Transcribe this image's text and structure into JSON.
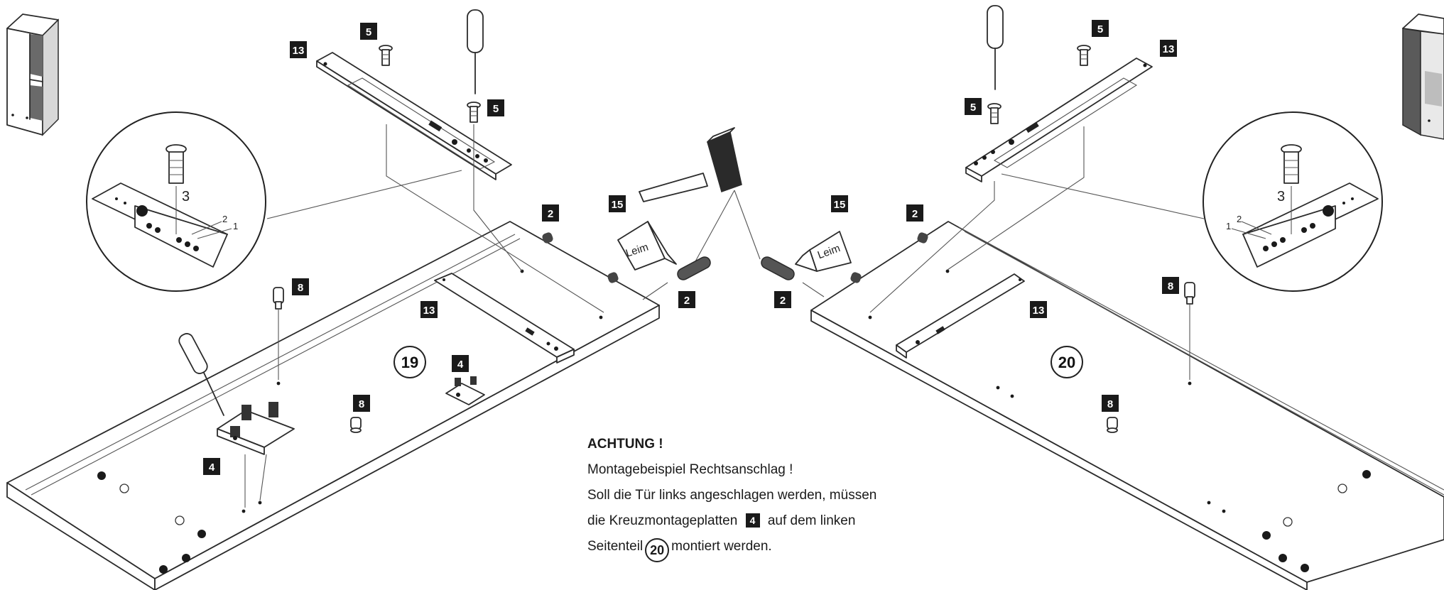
{
  "badges": {
    "b13_left_top": "13",
    "b5_left_top": "5",
    "b5_left_mid": "5",
    "b2_left_top": "2",
    "b15_left": "15",
    "b2_left_dowel": "2",
    "b8_left_top": "8",
    "b13_left_panel": "13",
    "b4_left_center": "4",
    "b8_left_center": "8",
    "b4_left_bottom": "4",
    "b5_right_top": "5",
    "b13_right_top": "13",
    "b5_right_mid": "5",
    "b15_right": "15",
    "b2_right_top": "2",
    "b2_right_dowel": "2",
    "b13_right_panel": "13",
    "b8_right_top": "8",
    "b8_right_center": "8"
  },
  "panel_numbers": {
    "left": "19",
    "right": "20"
  },
  "glue_label": "Leim",
  "detail_left": {
    "screw": "3",
    "hole_a": "2",
    "hole_b": "1"
  },
  "detail_right": {
    "screw": "3",
    "hole_a": "2",
    "hole_b": "1"
  },
  "notice": {
    "title": "ACHTUNG !",
    "line1": "Montagebeispiel Rechtsanschlag !",
    "line2": "Soll die Tür links angeschlagen werden, müssen",
    "line3_pre": "die Kreuzmontageplatten",
    "line3_badge": "4",
    "line3_post": "auf dem linken",
    "line4_pre": "Seitenteil",
    "line4_circle": "20",
    "line4_post": "montiert werden."
  },
  "colors": {
    "ink": "#1a1a1a",
    "background": "#ffffff",
    "cabinet_dark": "#5a5a5a"
  }
}
